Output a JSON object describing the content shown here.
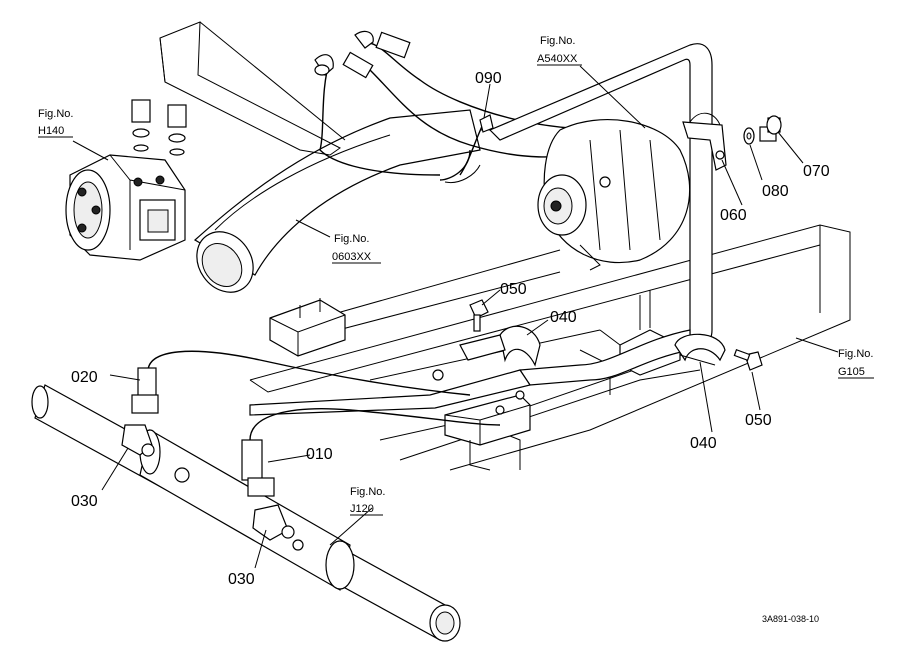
{
  "drawing_code": "3A891-038-10",
  "callouts": [
    {
      "id": "c010",
      "text": "010"
    },
    {
      "id": "c020",
      "text": "020"
    },
    {
      "id": "c030a",
      "text": "030"
    },
    {
      "id": "c030b",
      "text": "030"
    },
    {
      "id": "c040a",
      "text": "040"
    },
    {
      "id": "c040b",
      "text": "040"
    },
    {
      "id": "c050a",
      "text": "050"
    },
    {
      "id": "c050b",
      "text": "050"
    },
    {
      "id": "c060",
      "text": "060"
    },
    {
      "id": "c070",
      "text": "070"
    },
    {
      "id": "c080",
      "text": "080"
    },
    {
      "id": "c090",
      "text": "090"
    }
  ],
  "fig_refs": [
    {
      "id": "h140",
      "label": "Fig.No.",
      "code": "H140"
    },
    {
      "id": "a540",
      "label": "Fig.No.",
      "code": "A540XX"
    },
    {
      "id": "o603",
      "label": "Fig.No.",
      "code": "0603XX"
    },
    {
      "id": "g105",
      "label": "Fig.No.",
      "code": "G105"
    },
    {
      "id": "j120",
      "label": "Fig.No.",
      "code": "J120"
    }
  ],
  "colors": {
    "line": "#000000",
    "background": "#ffffff"
  }
}
